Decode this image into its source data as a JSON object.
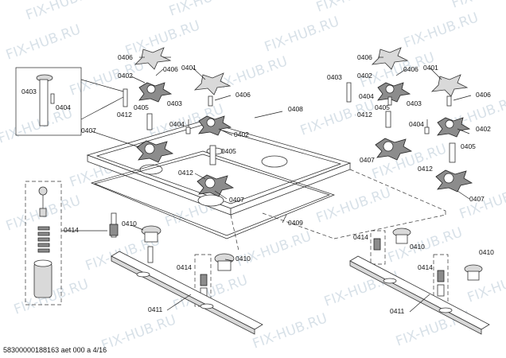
{
  "footer": {
    "code": "58300000188163 aet 000 a 4/16"
  },
  "watermark": {
    "text": "FIX-HUB.RU"
  },
  "labels": {
    "p0401": "0401",
    "p0402": "0402",
    "p0403": "0403",
    "p0404": "0404",
    "p0405": "0405",
    "p0406": "0406",
    "p0407": "0407",
    "p0408": "0408",
    "p0409": "0409",
    "p0410": "0410",
    "p0411": "0411",
    "p0412": "0412",
    "p0414": "0414"
  }
}
